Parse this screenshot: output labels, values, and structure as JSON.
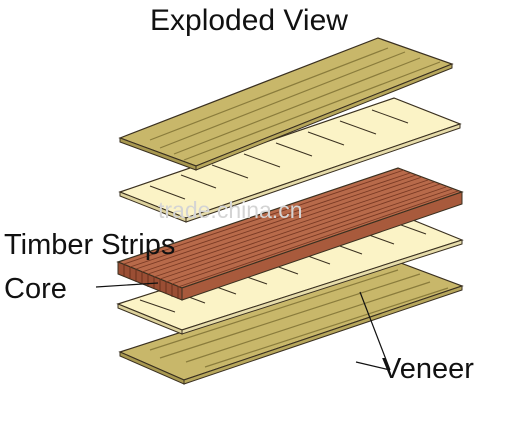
{
  "title": "Exploded View",
  "labels": {
    "timber_strips": "Timber Strips",
    "core": "Core",
    "veneer": "Veneer"
  },
  "watermark": "trade.china.cn",
  "colors": {
    "veneer_face": "#c8b76a",
    "veneer_lines": "#8a7c3c",
    "crossband_face": "#fbf3c6",
    "core_top": "#b86a4a",
    "core_front": "#9a4e34",
    "core_lines": "#7a3a24",
    "outline": "#3a3020"
  }
}
